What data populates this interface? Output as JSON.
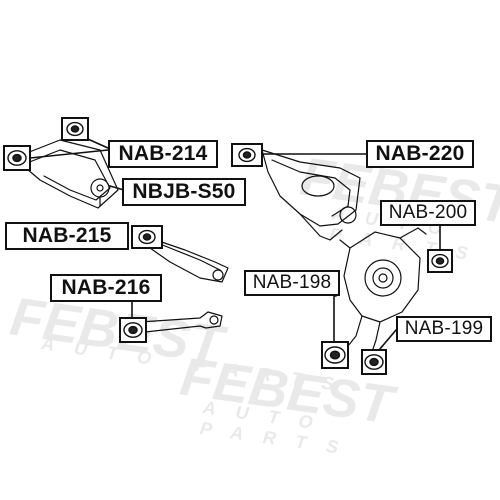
{
  "watermark": {
    "brand": "FEBEST",
    "sub": "AUTO PARTS"
  },
  "labels": {
    "nab214": "NAB-214",
    "nbjbs50": "NBJB-S50",
    "nab215": "NAB-215",
    "nab216": "NAB-216",
    "nab220": "NAB-220",
    "nab200": "NAB-200",
    "nab198": "NAB-198",
    "nab199": "NAB-199"
  },
  "colors": {
    "line": "#111111",
    "watermark": "#e6e6e6",
    "part_fill": "#ffffff"
  }
}
